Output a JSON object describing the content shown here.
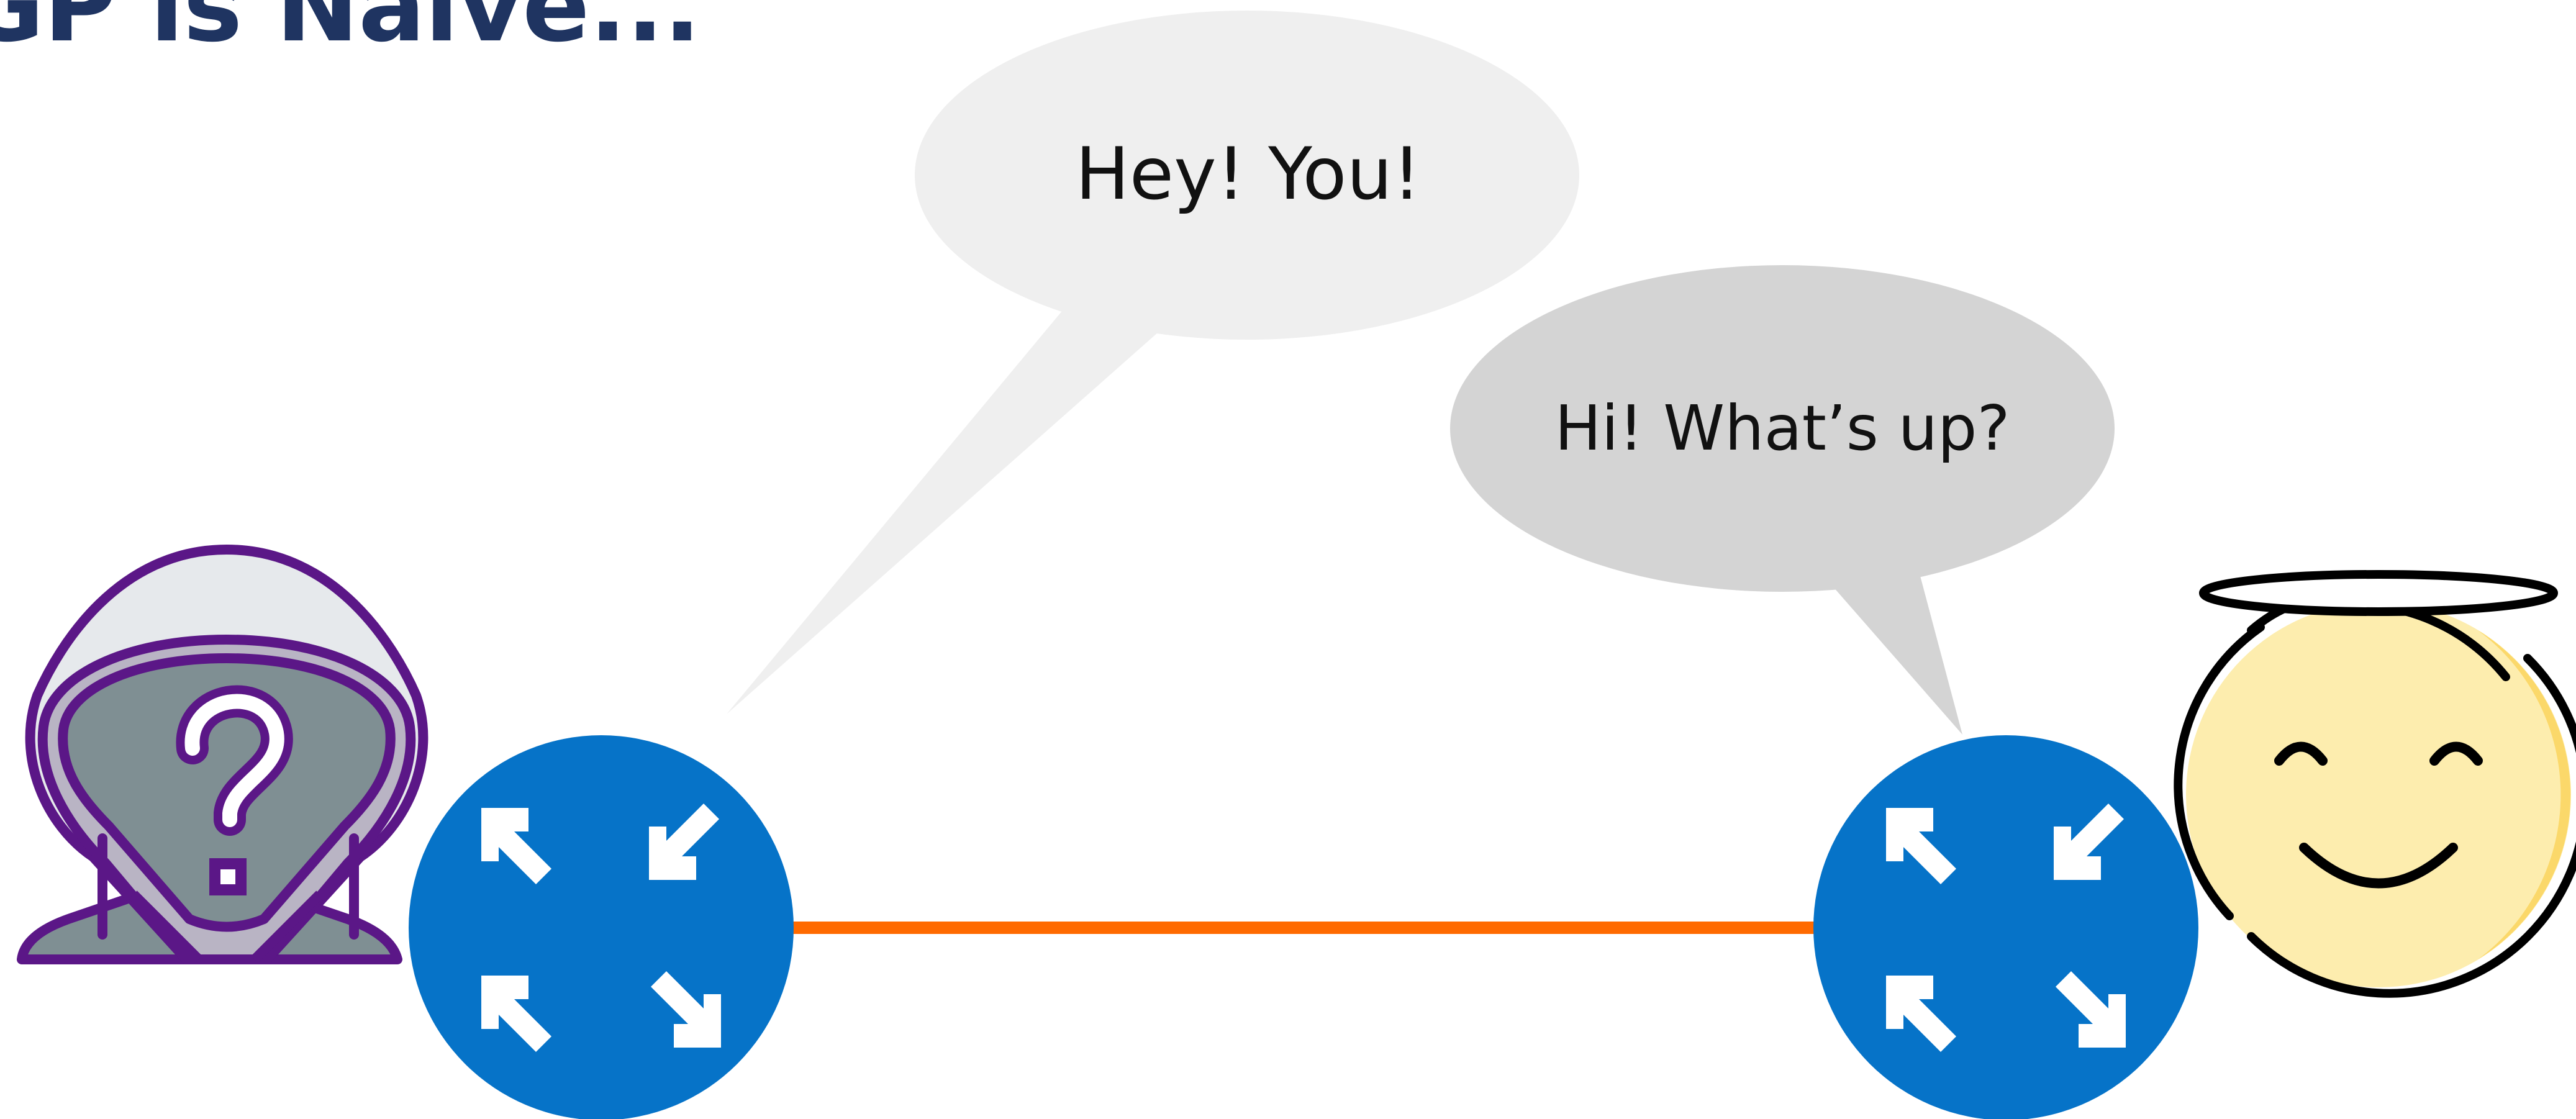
{
  "slide": {
    "title": "GP is Naive...",
    "title_color": "#1f3461"
  },
  "speech_bubbles": [
    {
      "text": "Hey! You!",
      "color": "#efefef"
    },
    {
      "text": "Hi! What’s up?",
      "color": "#d4d4d4"
    }
  ],
  "nodes": {
    "left_router": {
      "icon": "router-icon",
      "color": "#0673c8"
    },
    "right_router": {
      "icon": "router-icon",
      "color": "#0673c8"
    },
    "hacker": {
      "icon": "hooded-hacker-question-icon",
      "color": "#5b1787"
    },
    "angel": {
      "icon": "angel-smiley-icon",
      "color": "#fdedae"
    }
  },
  "link": {
    "color": "#ff6a00"
  }
}
